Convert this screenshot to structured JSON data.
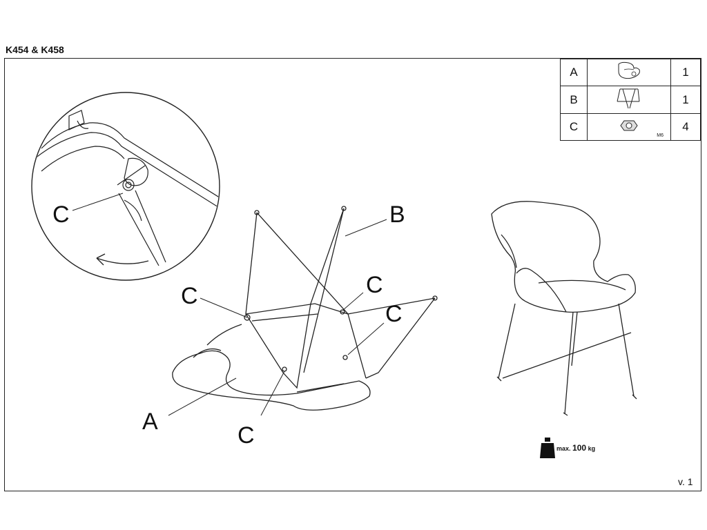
{
  "title": "K454 & K458",
  "version": "v. 1",
  "parts": [
    {
      "letter": "A",
      "icon": "seat-shell-icon",
      "qty": "1"
    },
    {
      "letter": "B",
      "icon": "leg-frame-icon",
      "qty": "1"
    },
    {
      "letter": "C",
      "icon": "hex-nut-icon",
      "qty": "4",
      "size": "M6"
    }
  ],
  "labels": {
    "detail_c": "C",
    "part_b": "B",
    "part_a": "A",
    "c_left": "C",
    "c_mid": "C",
    "c_right": "C",
    "c_bottom": "C"
  },
  "max_load": {
    "prefix": "max.",
    "value": "100",
    "unit": "kg"
  }
}
